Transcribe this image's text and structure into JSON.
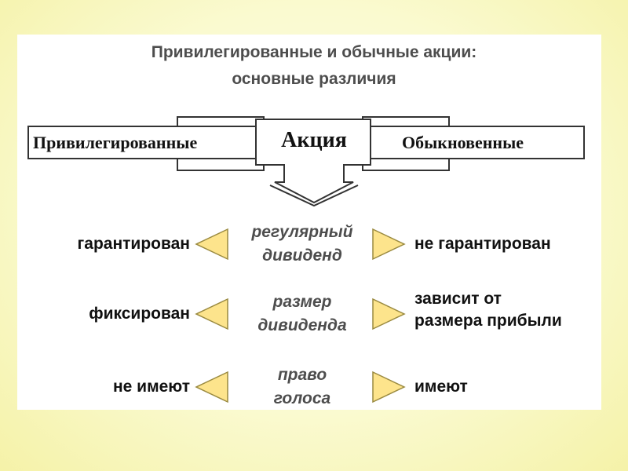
{
  "title": {
    "line1": "Привилегированные и обычные акции:",
    "line2": "основные различия"
  },
  "banner": {
    "left": "Привилегированные",
    "center": "Акция",
    "right": "Обыкновенные"
  },
  "rows": [
    {
      "left": "гарантирован",
      "center": [
        "регулярный",
        "дивиденд"
      ],
      "right": [
        "не гарантирован"
      ]
    },
    {
      "left": "фиксирован",
      "center": [
        "размер",
        "дивиденда"
      ],
      "right": [
        "зависит от",
        "размера прибыли"
      ]
    },
    {
      "left": "не имеют",
      "center": [
        "право",
        "голоса"
      ],
      "right": [
        "имеют"
      ]
    }
  ],
  "colors": {
    "background": "#fafad0",
    "arrow_fill": "#fde48c",
    "arrow_stroke": "#9a8a40",
    "banner_fill": "#ffffff",
    "banner_stroke": "#333333",
    "title_text": "#4d4d4d"
  }
}
